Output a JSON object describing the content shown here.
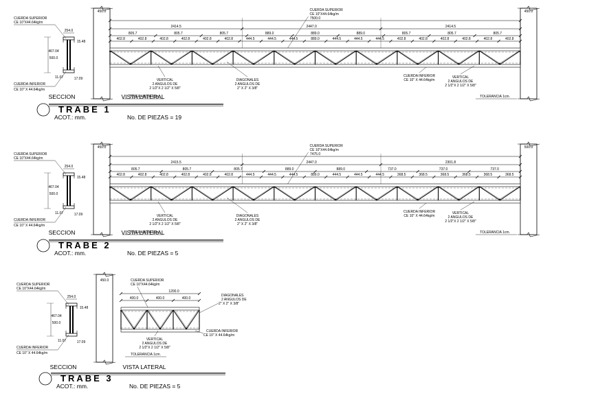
{
  "drawing": {
    "beams": [
      {
        "id": "trabe-1",
        "title": "TRABE 1",
        "acot": "ACOT.: mm.",
        "piezas": "No. DE PIEZAS = 19",
        "seccion_label": "SECCION",
        "vista_label": "VISTA LATERAL",
        "col_left": "450.0",
        "col_right": "450.0",
        "total": "7500.0",
        "halves": [
          "2414.5",
          "2447.0",
          "2414.5"
        ],
        "upper_row": [
          "805.7",
          "805.7",
          "805.7",
          "889.0",
          "889.0",
          "889.0",
          "805.7",
          "805.7",
          "805.7"
        ],
        "lower_row": [
          "402.8",
          "402.8",
          "402.8",
          "402.8",
          "402.8",
          "402.8",
          "444.5",
          "444.5",
          "444.5",
          "889.0",
          "444.5",
          "444.5",
          "444.5",
          "402.8",
          "402.8",
          "402.8",
          "402.8",
          "402.8",
          "402.8"
        ],
        "cuerda_sup": "CUERDA SUPERIOR",
        "cuerda_sup_spec": "CE 10\"X44.64kg/m",
        "cuerda_inf": "CUERDA INFERIOR",
        "cuerda_inf_spec": "CE 10\" X 44.64kg/m",
        "vertical": "VERTICAL",
        "vertical_spec1": "2 ANGULOS DE",
        "vertical_spec2": "2 1/2\"X 2 1/2\" X 5/8\"",
        "diagonales": "DIAGONALES",
        "diag_spec1": "2 ANGULOS DE",
        "diag_spec2": "2\" X 2\" X 3/8\"",
        "tolerancia": "TOLERANCIA 1cm.",
        "sec_sup": "CUERDA SUPERIOR",
        "sec_sup_spec": "CE 10\"X44.64kg/m",
        "sec_inf": "CUERDA INFERIOR",
        "sec_inf_spec": "CE 10\" X 44.64kg/m",
        "sec_dims": [
          "254.0",
          "15.48",
          "467.04",
          "500.0",
          "11.07",
          "17.09"
        ]
      },
      {
        "id": "trabe-2",
        "title": "TRABE 2",
        "acot": "ACOT.: mm.",
        "piezas": "No. DE PIEZAS = 5",
        "seccion_label": "SECCION",
        "vista_label": "VISTA LATERAL",
        "col_left": "450.0",
        "col_right": "500.0",
        "total": "7475.0",
        "halves": [
          "2415.5",
          "2447.0",
          "2301.8"
        ],
        "upper_row": [
          "805.7",
          "805.7",
          "805.7",
          "889.0",
          "889.0",
          "737.0",
          "737.0",
          "737.0"
        ],
        "lower_row": [
          "402.8",
          "402.8",
          "402.8",
          "402.8",
          "402.8",
          "402.8",
          "444.5",
          "444.5",
          "444.5",
          "889.0",
          "444.5",
          "444.5",
          "444.5",
          "368.5",
          "368.5",
          "368.5",
          "368.5",
          "368.5",
          "368.5"
        ],
        "cuerda_sup": "CUERDA SUPERIOR",
        "cuerda_sup_spec": "CE 10\"X44.64kg/m",
        "cuerda_inf": "CUERDA INFERIOR",
        "cuerda_inf_spec": "CE 10\" X 44.64kg/m",
        "vertical": "VERTICAL",
        "vertical_spec1": "2 ANGULOS DE",
        "vertical_spec2": "2 1/2\"X 2 1/2\" X 5/8\"",
        "diagonales": "DIAGONALES",
        "diag_spec1": "2 ANGULOS DE",
        "diag_spec2": "2\" X 2\" X 3/8\"",
        "tolerancia": "TOLERANCIA 1cm.",
        "sec_sup": "CUERDA SUPERIOR",
        "sec_sup_spec": "CE 10\"X44.64kg/m",
        "sec_inf": "CUERDA INFERIOR",
        "sec_inf_spec": "CE 10\" X 44.64kg/m",
        "sec_dims": [
          "254.0",
          "15.48",
          "467.04",
          "500.0",
          "11.07",
          "17.09"
        ]
      },
      {
        "id": "trabe-3",
        "title": "TRABE 3",
        "acot": "ACOT.: mm.",
        "piezas": "No. DE PIEZAS = 5",
        "seccion_label": "SECCION",
        "vista_label": "VISTA LATERAL",
        "col_left": "450.0",
        "total": "1200.0",
        "row": [
          "400.0",
          "400.0",
          "400.0"
        ],
        "cuerda_sup": "CUERDA SUPERIOR",
        "cuerda_sup_spec": "CE 10\"X44.64kg/m",
        "cuerda_inf": "CUERDA INFERIOR",
        "cuerda_inf_spec": "CE 10\" X 44.64kg/m",
        "vertical": "VERTICAL",
        "vertical_spec1": "2 ANGULOS DE",
        "vertical_spec2": "2 1/2\"X 2 1/2\" X 5/8\"",
        "diagonales": "DIAGONALES",
        "diag_spec1": "2 ANGULOS DE",
        "diag_spec2": "2\" X 2\" X 3/8\"",
        "tolerancia": "TOLERANCIA 1cm.",
        "sec_sup": "CUERDA SUPERIOR",
        "sec_sup_spec": "CE 10\"X44.64kg/m",
        "sec_inf": "CUERDA INFERIOR",
        "sec_inf_spec": "CE 10\" X 44.64kg/m",
        "sec_dims": [
          "254.0",
          "15.48",
          "467.04",
          "500.0",
          "11.07",
          "17.09"
        ]
      }
    ]
  }
}
